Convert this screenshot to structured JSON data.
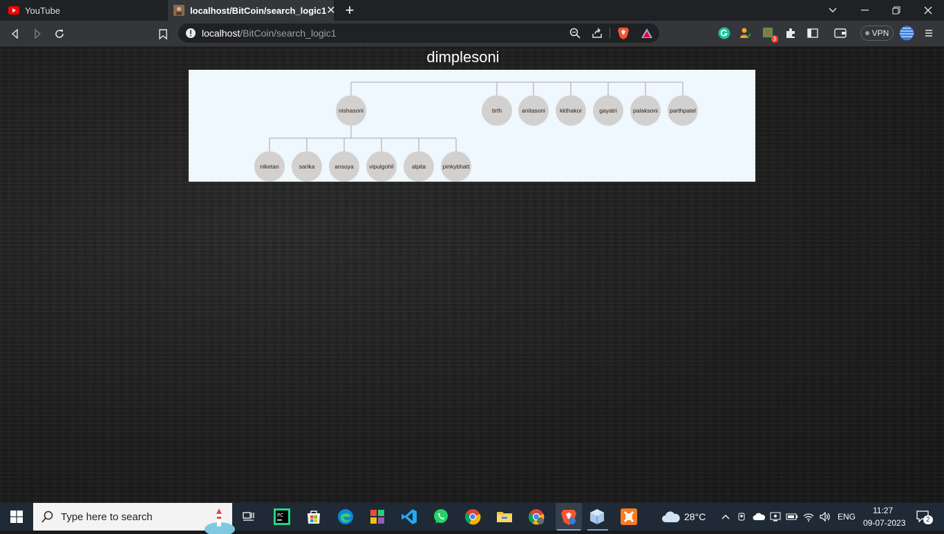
{
  "browser": {
    "tabs": [
      {
        "title": "YouTube",
        "active": false
      },
      {
        "title": "localhost/BitCoin/search_logic1",
        "active": true
      }
    ],
    "new_tab_label": "+",
    "url_host": "localhost",
    "url_path": "/BitCoin/search_logic1",
    "vpn_label": "VPN",
    "extension_badge": "3"
  },
  "page": {
    "root_name": "dimplesoni",
    "tree": {
      "name": "dimplesoni",
      "children": [
        {
          "name": "nishasoni",
          "children": [
            {
              "name": "niketan"
            },
            {
              "name": "sarika"
            },
            {
              "name": "ansuya"
            },
            {
              "name": "vipulgohil"
            },
            {
              "name": "alpita"
            },
            {
              "name": "pinkybhatt"
            }
          ]
        },
        {
          "name": "tirth"
        },
        {
          "name": "anitasoni"
        },
        {
          "name": "kkthakor"
        },
        {
          "name": "gayatri"
        },
        {
          "name": "palaksoni"
        },
        {
          "name": "parthpatel"
        }
      ]
    },
    "colors": {
      "panel": "#eff7ff",
      "node": "#d3d1cf",
      "link": "#a6a6a6"
    }
  },
  "taskbar": {
    "search_placeholder": "Type here to search",
    "weather": "28°C",
    "language": "ENG",
    "time": "11:27",
    "date": "09-07-2023",
    "notification_count": "2"
  }
}
